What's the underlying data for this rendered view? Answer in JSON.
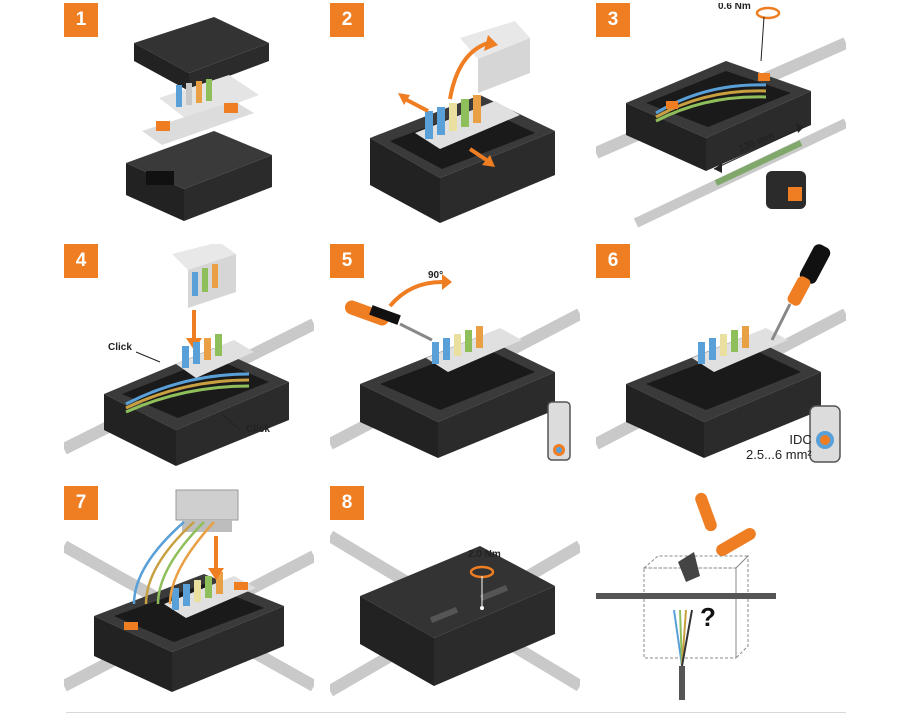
{
  "steps": [
    {
      "number": "1"
    },
    {
      "number": "2"
    },
    {
      "number": "3",
      "torque_label": "0.6 Nm",
      "strip_length_label": "130 mm"
    },
    {
      "number": "4",
      "click_label_top": "Click",
      "click_label_bottom": "Click"
    },
    {
      "number": "5",
      "angle_label": "90°"
    },
    {
      "number": "6",
      "idc_label": "IDC",
      "cross_section_label": "2.5...6 mm²"
    },
    {
      "number": "7"
    },
    {
      "number": "8",
      "torque_label": "2.0 Nm"
    },
    {
      "question_mark": "?"
    }
  ],
  "colors": {
    "accent": "#ef7d22",
    "housing": "#2b2b2b",
    "cable": "#c9c9c9",
    "terminal_blue": "#5aa0d8",
    "terminal_gray": "#dcdcdc"
  }
}
